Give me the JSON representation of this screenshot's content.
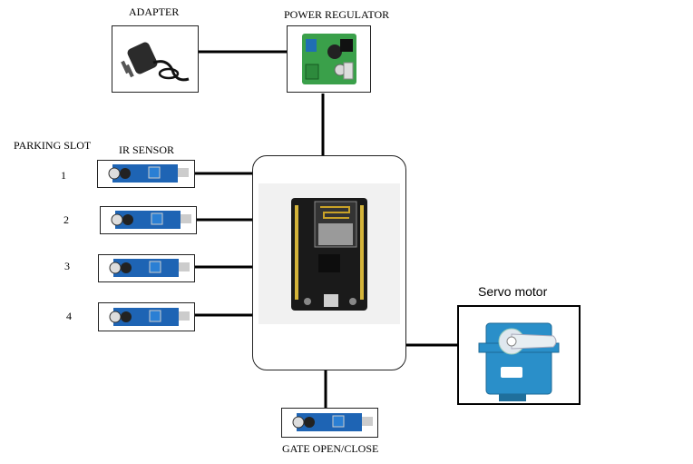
{
  "labels": {
    "adapter": "ADAPTER",
    "power_regulator": "POWER REGULATOR",
    "parking_slot": "PARKING SLOT",
    "ir_sensor": "IR SENSOR",
    "servo_motor": "Servo motor",
    "gate": "GATE OPEN/CLOSE"
  },
  "slots": [
    "1",
    "2",
    "3",
    "4"
  ],
  "components": {
    "controller": "nodemcu-esp8266-board",
    "sensor_board_color": "#1e64b4",
    "regulator_board_color": "#3aa04a",
    "servo_color": "#2a8fc9"
  }
}
